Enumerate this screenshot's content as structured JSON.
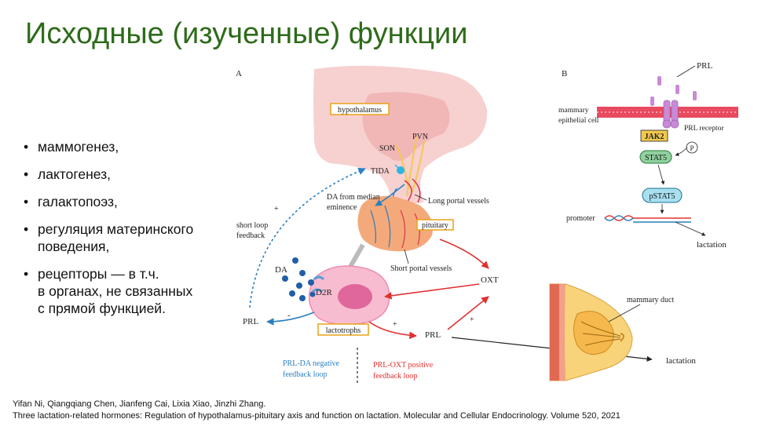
{
  "slide": {
    "title": "Исходные (изученные) функции",
    "bullets": [
      [
        "маммогенез,"
      ],
      [
        "лактогенез,"
      ],
      [
        "галактопоэз,"
      ],
      [
        "регуляция материнского",
        "поведения,"
      ],
      [
        "рецепторы — в т.ч.",
        "в органах, не связанных",
        "с прямой функцией."
      ]
    ],
    "citation": {
      "authors": "Yifan Ni, Qiangqiang Chen, Jianfeng Cai, Lixia Xiao, Jinzhi Zhang.",
      "reference": "Three lactation-related hormones: Regulation of hypothalamus-pituitary axis and function on lactation. Molecular and Cellular Endocrinology. Volume 520, 2021"
    }
  },
  "figure_a": {
    "panel_label": "A",
    "hypothalamus": "hypothalamus",
    "pvn": "PVN",
    "son": "SON",
    "tida": "TIDA",
    "da_from_median": [
      "DA from median",
      "eminence"
    ],
    "long_portal": "Long portal vessels",
    "pituitary": "pituitary",
    "short_portal": "Short portal vessels",
    "short_loop": [
      "short loop",
      "feedback"
    ],
    "plus": "+",
    "minus": "-",
    "da": "DA",
    "d2r": "D2R",
    "lactotrophs": "lactotrophs",
    "oxt": "OXT",
    "prl": "PRL",
    "legend_da": [
      "PRL-DA negative",
      "feedback loop"
    ],
    "legend_oxt": [
      "PRL-OXT positive",
      "feedback loop"
    ],
    "mammary_duct": "mammary duct",
    "lactation": "lactation"
  },
  "figure_b": {
    "panel_label": "B",
    "prl": "PRL",
    "mammary_cell": [
      "mammary",
      "epithelial cell"
    ],
    "prl_receptor": "PRL receptor",
    "jak2": "JAK2",
    "p": "P",
    "stat5": "STAT5",
    "pstat5": "pSTAT5",
    "promoter": "promoter",
    "lactation": "lactation"
  },
  "colors": {
    "title": "#2e6b1a",
    "box_border": "#e8a317",
    "negative": "#2a7fc1",
    "positive": "#e03030",
    "membrane": "#e84a5f",
    "receptor": "#c98ad6"
  }
}
